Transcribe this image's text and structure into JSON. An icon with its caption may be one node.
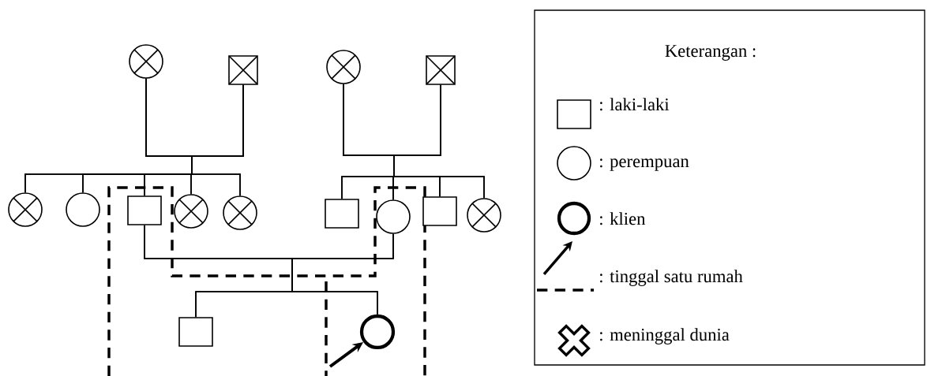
{
  "diagram": {
    "nodes": [
      {
        "text": [],
        "shape": "crossed-circle"
      },
      {
        "text": [],
        "shape": "crossed-box"
      },
      {
        "text": [],
        "shape": "crossed-circle"
      },
      {
        "text": [],
        "shape": "crossed-box"
      },
      {
        "text": [],
        "shape": "crossed-circle"
      },
      {
        "text": [],
        "shape": "circle"
      },
      {
        "text": [],
        "shape": "box"
      },
      {
        "text": [],
        "shape": "crossed-circle"
      },
      {
        "text": [],
        "shape": "crossed-circle"
      },
      {
        "text": [],
        "shape": "box"
      },
      {
        "text": [],
        "shape": "circle"
      },
      {
        "text": [],
        "shape": "box"
      },
      {
        "text": [],
        "shape": "crossed-circle"
      },
      {
        "text": [],
        "shape": "box"
      },
      {
        "text": [],
        "shape": "thick-circle"
      }
    ],
    "edges": [
      {
        "from": 0,
        "to": 4,
        "arrow": "none"
      },
      {
        "from": 0,
        "to": 5,
        "arrow": "none"
      },
      {
        "from": 0,
        "to": 6,
        "arrow": "none"
      },
      {
        "from": 0,
        "to": 7,
        "arrow": "none"
      },
      {
        "from": 0,
        "to": 8,
        "arrow": "none"
      },
      {
        "from": 1,
        "to": 4,
        "arrow": "none"
      },
      {
        "from": 1,
        "to": 5,
        "arrow": "none"
      },
      {
        "from": 1,
        "to": 6,
        "arrow": "none"
      },
      {
        "from": 1,
        "to": 7,
        "arrow": "none"
      },
      {
        "from": 1,
        "to": 8,
        "arrow": "none"
      },
      {
        "from": 2,
        "to": 9,
        "arrow": "none"
      },
      {
        "from": 2,
        "to": 10,
        "arrow": "none"
      },
      {
        "from": 2,
        "to": 11,
        "arrow": "none"
      },
      {
        "from": 2,
        "to": 12,
        "arrow": "none"
      },
      {
        "from": 3,
        "to": 9,
        "arrow": "none"
      },
      {
        "from": 3,
        "to": 10,
        "arrow": "none"
      },
      {
        "from": 3,
        "to": 11,
        "arrow": "none"
      },
      {
        "from": 3,
        "to": 12,
        "arrow": "none"
      },
      {
        "from": 6,
        "to": 13,
        "arrow": "none"
      },
      {
        "from": 6,
        "to": 14,
        "arrow": "none"
      },
      {
        "from": 10,
        "to": 13,
        "arrow": "none"
      },
      {
        "from": 10,
        "to": 14,
        "arrow": "none"
      },
      {
        "from": null,
        "to": 14,
        "arrow": "to",
        "style": "thick"
      }
    ],
    "labels": [
      "Keterangan :"
    ],
    "legend": [
      {
        "text": ": laki-laki"
      },
      {
        "text": ": perempuan"
      },
      {
        "text": ": klien"
      },
      {
        "text": ": tinggal satu rumah"
      },
      {
        "text": ": meninggal dunia"
      }
    ]
  }
}
